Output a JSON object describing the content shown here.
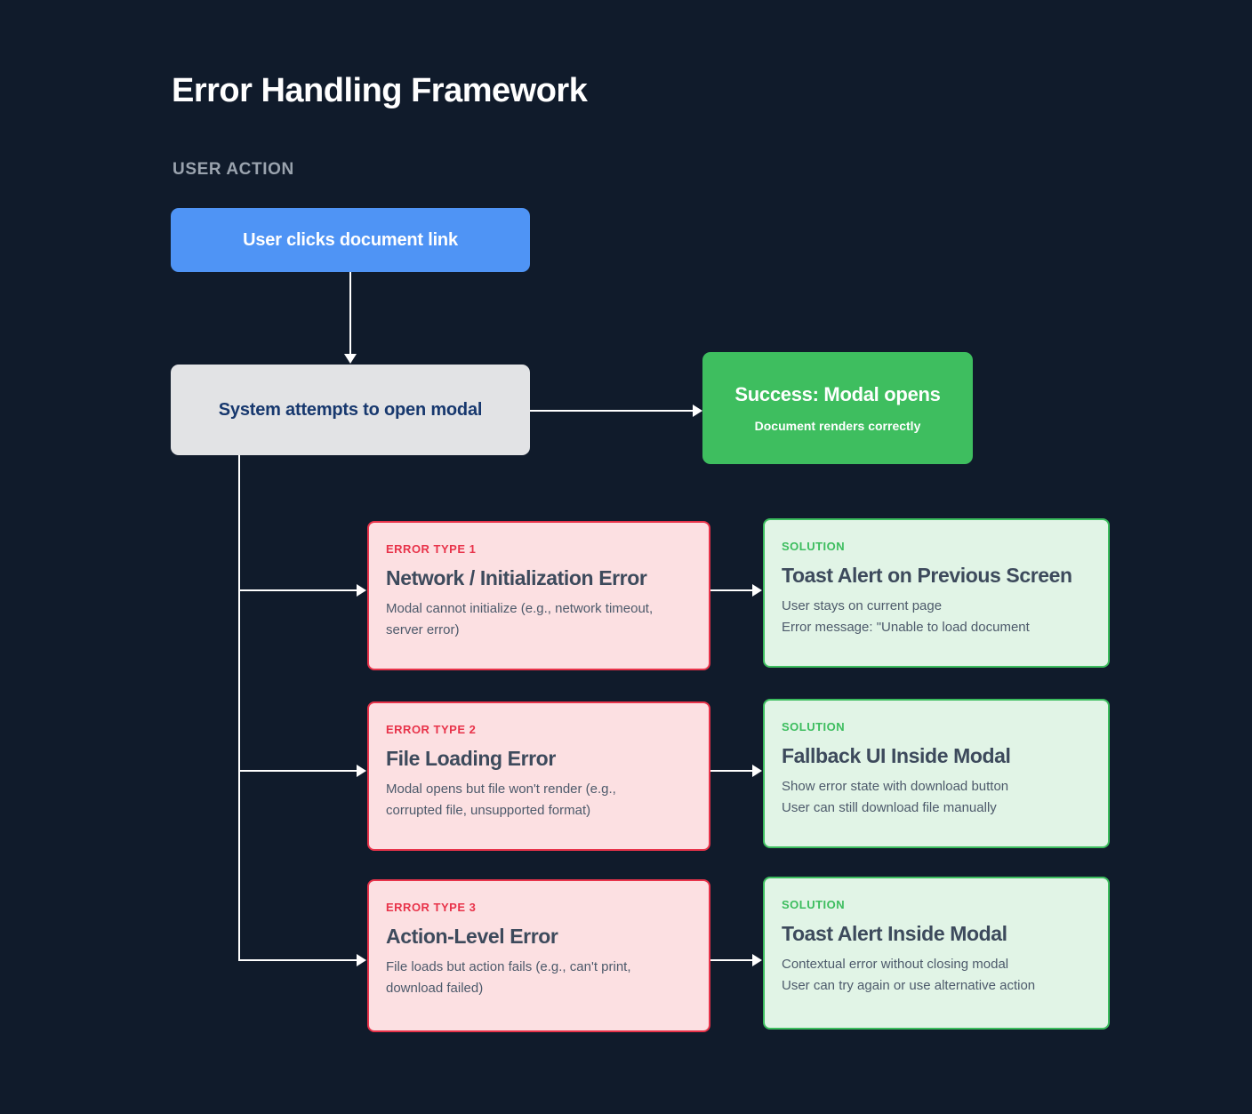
{
  "page": {
    "title": "Error Handling Framework",
    "section_label": "USER ACTION",
    "background_color": "#101b2b"
  },
  "colors": {
    "action_blue": "#4f94f5",
    "system_gray": "#e2e3e5",
    "system_text_navy": "#17386e",
    "success_green": "#3ebe5f",
    "error_red": "#e8334a",
    "error_fill": "#fce0e2",
    "solution_green": "#3cbd5e",
    "solution_fill": "#e1f4e6",
    "connector_white": "#ffffff"
  },
  "flow": {
    "action_node": {
      "title": "User clicks document link"
    },
    "system_node": {
      "title": "System attempts to open modal"
    },
    "success_node": {
      "title": "Success: Modal opens",
      "subtitle": "Document renders correctly"
    }
  },
  "rows": [
    {
      "error": {
        "kicker": "ERROR TYPE 1",
        "heading": "Network / Initialization Error",
        "body_lines": [
          "Modal cannot initialize (e.g., network timeout,",
          "server error)"
        ]
      },
      "solution": {
        "kicker": "SOLUTION",
        "heading": "Toast Alert on Previous Screen",
        "body_lines": [
          "User stays on current page",
          "Error message: \"Unable to load document"
        ]
      }
    },
    {
      "error": {
        "kicker": "ERROR TYPE 2",
        "heading": "File Loading Error",
        "body_lines": [
          "Modal opens but file won't render (e.g.,",
          "corrupted file, unsupported format)"
        ]
      },
      "solution": {
        "kicker": "SOLUTION",
        "heading": "Fallback UI Inside Modal",
        "body_lines": [
          "Show error state with download button",
          "User can still download file manually"
        ]
      }
    },
    {
      "error": {
        "kicker": "ERROR TYPE 3",
        "heading": "Action-Level Error",
        "body_lines": [
          "File loads but action fails (e.g., can't print,",
          "download failed)"
        ]
      },
      "solution": {
        "kicker": "SOLUTION",
        "heading": "Toast Alert Inside Modal",
        "body_lines": [
          "Contextual error without closing modal",
          "User can try again or use alternative action"
        ]
      }
    }
  ]
}
